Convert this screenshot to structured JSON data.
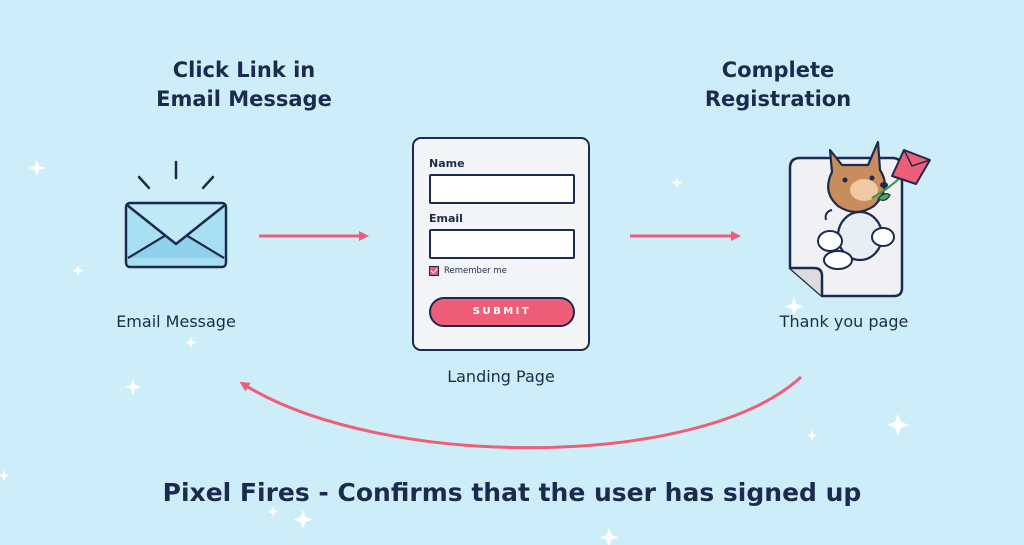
{
  "steps": {
    "email": {
      "heading": [
        "Click Link in",
        "Email Message"
      ],
      "caption": "Email Message"
    },
    "landing": {
      "caption": "Landing Page",
      "form": {
        "name_label": "Name",
        "email_label": "Email",
        "remember_label": "Remember me",
        "submit_label": "SUBMIT"
      }
    },
    "thankyou": {
      "heading": [
        "Complete",
        "Registration"
      ],
      "caption": "Thank you page"
    }
  },
  "footer": "Pixel Fires - Confirms that the user has signed up",
  "colors": {
    "background": "#cdeef8",
    "text": "#1b2a4e",
    "arrow": "#ef5e78",
    "envelope": "#a9dff2",
    "button": "#ef5e78"
  },
  "icons": [
    "envelope-icon",
    "dog-with-flower-icon",
    "document-icon",
    "sparkle-icon"
  ]
}
